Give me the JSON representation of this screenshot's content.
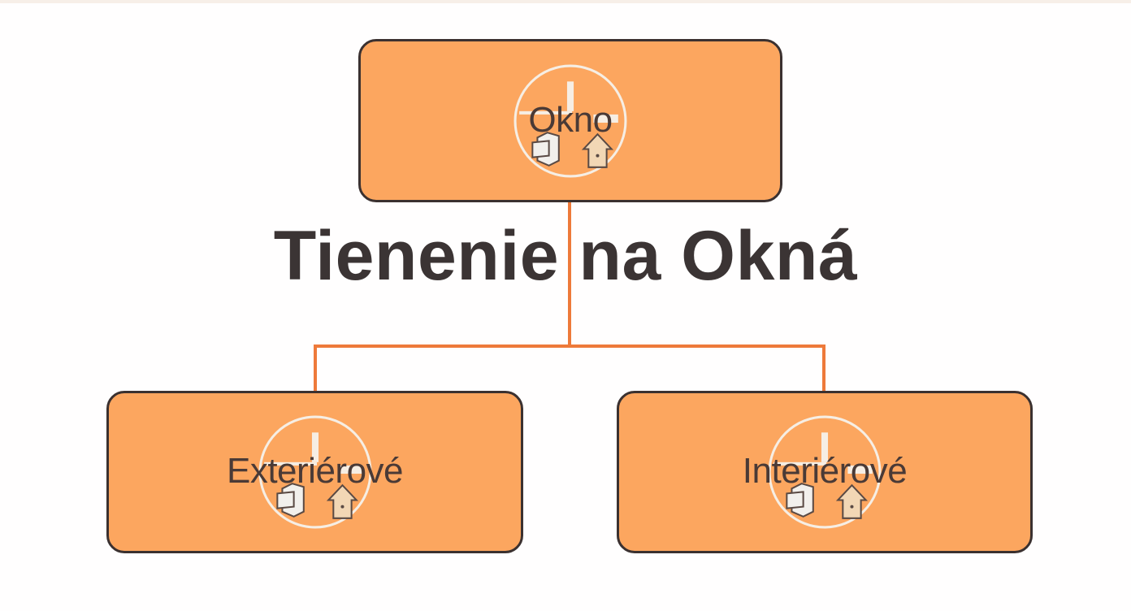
{
  "diagram": {
    "title": "Tienenie na Okná",
    "root": {
      "label": "Okno"
    },
    "children": [
      {
        "label": "Exteriérové"
      },
      {
        "label": "Interiérové"
      }
    ],
    "icon": "window-shading-badge-icon",
    "colors": {
      "node_fill": "#fca65f",
      "node_border": "#3b3130",
      "connector": "#ee7a3a",
      "title_text": "#3b3434",
      "label_text": "#4a3a36"
    }
  }
}
